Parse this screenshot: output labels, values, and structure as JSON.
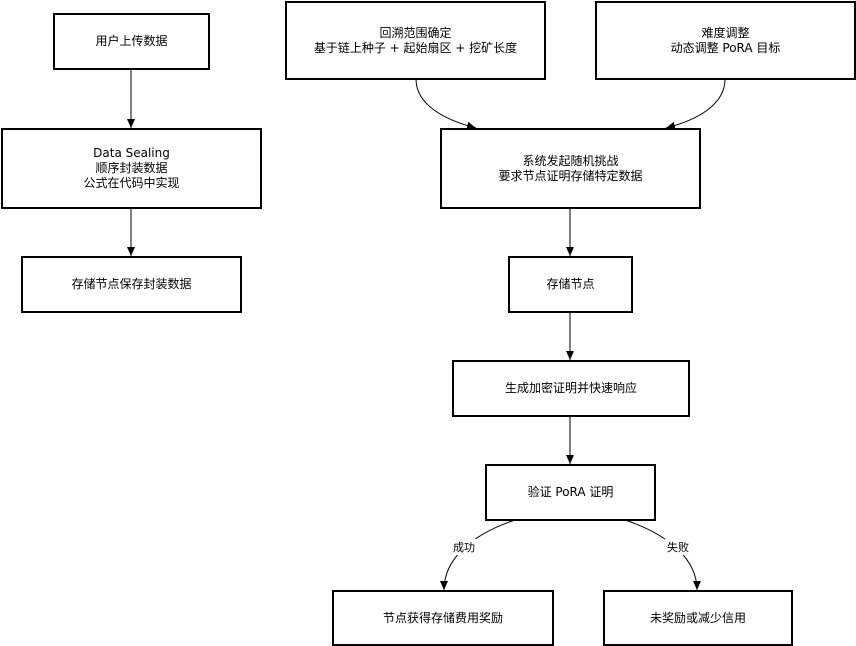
{
  "nodes": {
    "upload": {
      "lines": [
        "用户上传数据"
      ]
    },
    "sealing": {
      "lines": [
        "Data Sealing",
        "顺序封装数据",
        "公式在代码中实现"
      ]
    },
    "store_sealed": {
      "lines": [
        "存储节点保存封装数据"
      ]
    },
    "range": {
      "lines": [
        "回溯范围确定",
        "基于链上种子 + 起始扇区 + 挖矿长度"
      ]
    },
    "difficulty": {
      "lines": [
        "难度调整",
        "动态调整 PoRA 目标"
      ]
    },
    "challenge": {
      "lines": [
        "系统发起随机挑战",
        "要求节点证明存储特定数据"
      ]
    },
    "storage_node": {
      "lines": [
        "存储节点"
      ]
    },
    "gen_proof": {
      "lines": [
        "生成加密证明并快速响应"
      ]
    },
    "verify": {
      "lines": [
        "验证 PoRA 证明"
      ]
    },
    "reward": {
      "lines": [
        "节点获得存储费用奖励"
      ]
    },
    "penalty": {
      "lines": [
        "未奖励或减少信用"
      ]
    }
  },
  "edge_labels": {
    "success": "成功",
    "fail": "失败"
  }
}
